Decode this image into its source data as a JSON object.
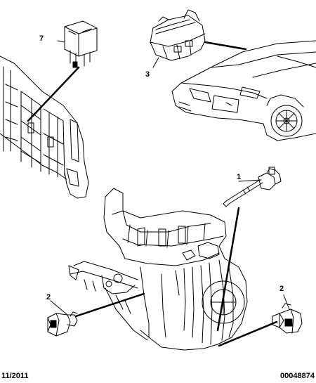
{
  "callouts": {
    "relay": "7",
    "module": "3",
    "sensor": "1",
    "connector_left": "2",
    "connector_right": "2"
  },
  "footer": {
    "date": "11/2011",
    "reference": "00048874"
  },
  "colors": {
    "line": "#000000",
    "background": "#ffffff"
  }
}
